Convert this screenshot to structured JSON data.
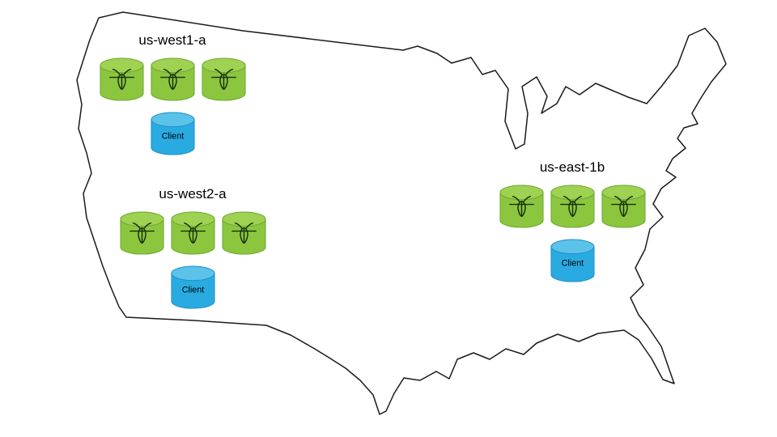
{
  "diagram": {
    "kind": "multi-region database deployment map",
    "map": "united-states-outline"
  },
  "regions": [
    {
      "id": "us-west1-a",
      "label": "us-west1-a",
      "node_count": 3,
      "client_label": "Client"
    },
    {
      "id": "us-west2-a",
      "label": "us-west2-a",
      "node_count": 3,
      "client_label": "Client"
    },
    {
      "id": "us-east-1b",
      "label": "us-east-1b",
      "node_count": 3,
      "client_label": "Client"
    }
  ],
  "icons": {
    "db_node": "database-cylinder-with-cockroach-logo",
    "client_node": "client-database-cylinder"
  },
  "colors": {
    "node_green_body": "#8CC63F",
    "node_green_top": "#9FD152",
    "node_green_stroke": "#6BA82F",
    "client_blue_body": "#29ABE2",
    "client_blue_top": "#5BC2EA",
    "client_blue_stroke": "#1D8FC4",
    "map_outline": "#1a1a1a",
    "label_text": "#000000"
  }
}
